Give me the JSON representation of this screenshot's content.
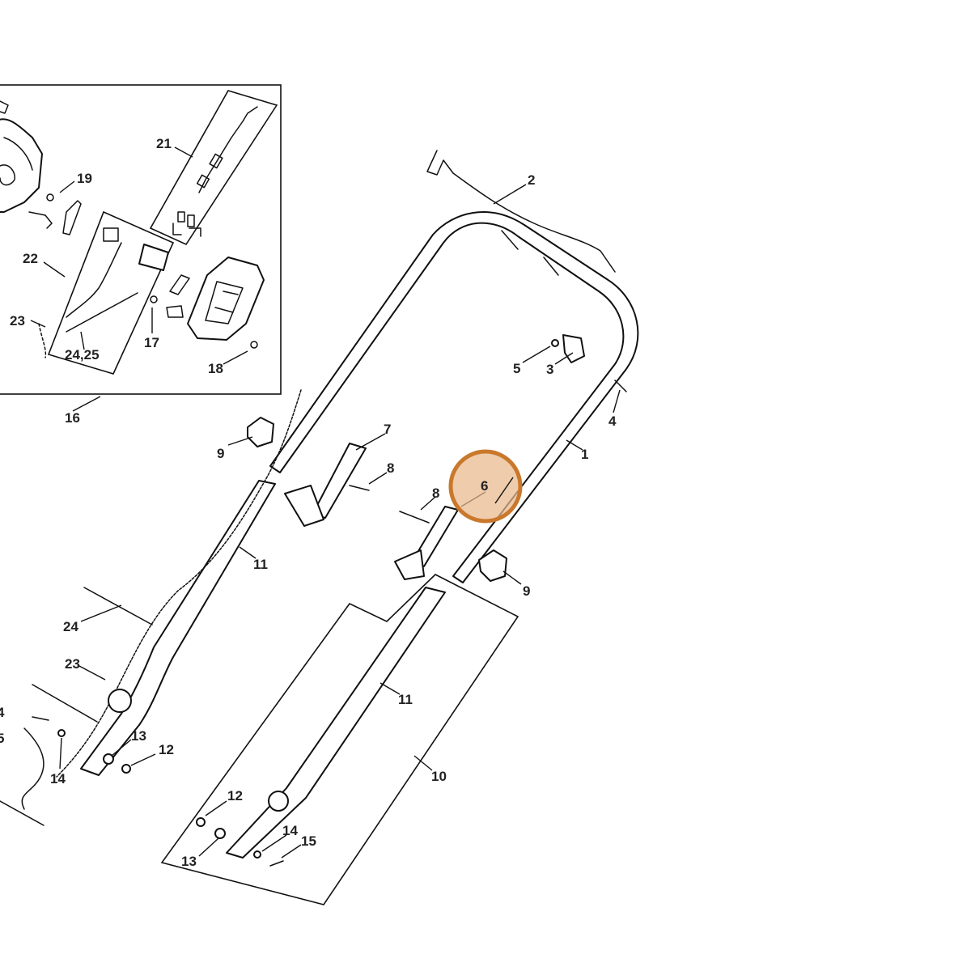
{
  "diagram": {
    "highlight": {
      "label": "6",
      "fill_color": "#e9b98c",
      "stroke_color": "#c9782c"
    },
    "callouts": {
      "c1": "1",
      "c2": "2",
      "c3": "3",
      "c4a": "4",
      "c4b": "4",
      "c5a": "5",
      "c5b": "5",
      "c6": "6",
      "c7": "7",
      "c8a": "8",
      "c8b": "8",
      "c9a": "9",
      "c9b": "9",
      "c10": "10",
      "c11a": "11",
      "c11b": "11",
      "c12a": "12",
      "c12b": "12",
      "c13a": "13",
      "c13b": "13",
      "c14a": "14",
      "c14b": "14",
      "c15": "15",
      "c16": "16",
      "c17": "17",
      "c18": "18",
      "c19": "19",
      "c21": "21",
      "c22": "22",
      "c23a": "23",
      "c23b": "23",
      "c24a": "24",
      "c2425": "24,25"
    }
  }
}
